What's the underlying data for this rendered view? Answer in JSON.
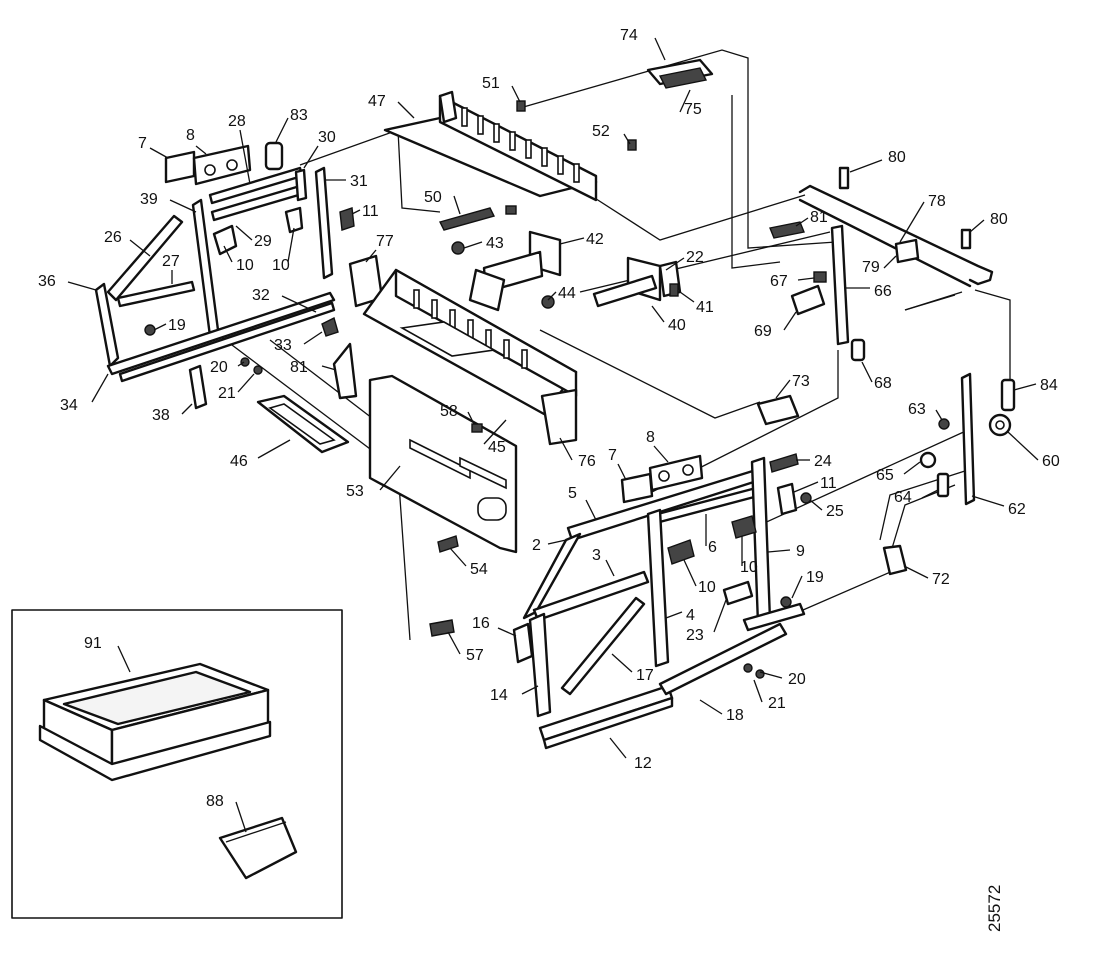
{
  "document_number": "25572",
  "callouts": [
    {
      "id": "c74a",
      "label": "74"
    },
    {
      "id": "c51",
      "label": "51"
    },
    {
      "id": "c75",
      "label": "75"
    },
    {
      "id": "c47",
      "label": "47"
    },
    {
      "id": "c52",
      "label": "52"
    },
    {
      "id": "c83",
      "label": "83"
    },
    {
      "id": "c28",
      "label": "28"
    },
    {
      "id": "c30",
      "label": "30"
    },
    {
      "id": "c7a",
      "label": "7"
    },
    {
      "id": "c8a",
      "label": "8"
    },
    {
      "id": "c31",
      "label": "31"
    },
    {
      "id": "c39",
      "label": "39"
    },
    {
      "id": "c50",
      "label": "50"
    },
    {
      "id": "c11a",
      "label": "11"
    },
    {
      "id": "c26",
      "label": "26"
    },
    {
      "id": "c29",
      "label": "29"
    },
    {
      "id": "c10a",
      "label": "10"
    },
    {
      "id": "c10b",
      "label": "10"
    },
    {
      "id": "c43",
      "label": "43"
    },
    {
      "id": "c42",
      "label": "42"
    },
    {
      "id": "c22",
      "label": "22"
    },
    {
      "id": "c27",
      "label": "27"
    },
    {
      "id": "c77",
      "label": "77"
    },
    {
      "id": "c36",
      "label": "36"
    },
    {
      "id": "c32",
      "label": "32"
    },
    {
      "id": "c44",
      "label": "44"
    },
    {
      "id": "c41",
      "label": "41"
    },
    {
      "id": "c19a",
      "label": "19"
    },
    {
      "id": "c40",
      "label": "40"
    },
    {
      "id": "c33",
      "label": "33"
    },
    {
      "id": "c20a",
      "label": "20"
    },
    {
      "id": "c81a",
      "label": "81"
    },
    {
      "id": "c21a",
      "label": "21"
    },
    {
      "id": "c34",
      "label": "34"
    },
    {
      "id": "c38",
      "label": "38"
    },
    {
      "id": "c80a",
      "label": "80"
    },
    {
      "id": "c78a",
      "label": "78"
    },
    {
      "id": "c81b",
      "label": "81"
    },
    {
      "id": "c80b",
      "label": "80"
    },
    {
      "id": "c79",
      "label": "79"
    },
    {
      "id": "c67",
      "label": "67"
    },
    {
      "id": "c66",
      "label": "66"
    },
    {
      "id": "c69",
      "label": "69"
    },
    {
      "id": "c68",
      "label": "68"
    },
    {
      "id": "c73",
      "label": "73"
    },
    {
      "id": "c84",
      "label": "84"
    },
    {
      "id": "c63",
      "label": "63"
    },
    {
      "id": "c60",
      "label": "60"
    },
    {
      "id": "c58",
      "label": "58"
    },
    {
      "id": "c45",
      "label": "45"
    },
    {
      "id": "c46",
      "label": "46"
    },
    {
      "id": "c53",
      "label": "53"
    },
    {
      "id": "c76",
      "label": "76"
    },
    {
      "id": "c8b",
      "label": "8"
    },
    {
      "id": "c7b",
      "label": "7"
    },
    {
      "id": "c24",
      "label": "24"
    },
    {
      "id": "c65",
      "label": "65"
    },
    {
      "id": "c64",
      "label": "64"
    },
    {
      "id": "c62",
      "label": "62"
    },
    {
      "id": "c11b",
      "label": "11"
    },
    {
      "id": "c25",
      "label": "25"
    },
    {
      "id": "c5",
      "label": "5"
    },
    {
      "id": "c2",
      "label": "2"
    },
    {
      "id": "c6",
      "label": "6"
    },
    {
      "id": "c10c",
      "label": "10"
    },
    {
      "id": "c9",
      "label": "9"
    },
    {
      "id": "c54",
      "label": "54"
    },
    {
      "id": "c3",
      "label": "3"
    },
    {
      "id": "c10d",
      "label": "10"
    },
    {
      "id": "c72",
      "label": "72"
    },
    {
      "id": "c19b",
      "label": "19"
    },
    {
      "id": "c4",
      "label": "4"
    },
    {
      "id": "c23",
      "label": "23"
    },
    {
      "id": "c16",
      "label": "16"
    },
    {
      "id": "c57",
      "label": "57"
    },
    {
      "id": "c17",
      "label": "17"
    },
    {
      "id": "c20b",
      "label": "20"
    },
    {
      "id": "c14",
      "label": "14"
    },
    {
      "id": "c21b",
      "label": "21"
    },
    {
      "id": "c18",
      "label": "18"
    },
    {
      "id": "c12",
      "label": "12"
    },
    {
      "id": "c91",
      "label": "91"
    },
    {
      "id": "c88",
      "label": "88"
    }
  ]
}
